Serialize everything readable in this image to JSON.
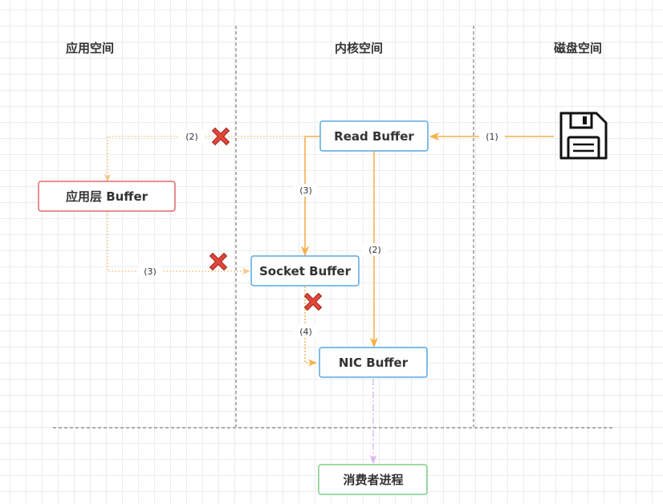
{
  "regions": {
    "app": "应用空间",
    "kernel": "内核空间",
    "disk": "磁盘空间"
  },
  "boxes": {
    "read_buffer": "Read Buffer",
    "app_buffer": "应用层 Buffer",
    "socket_buffer": "Socket Buffer",
    "nic_buffer": "NIC Buffer",
    "consumer": "消费者进程"
  },
  "steps": {
    "disk_to_read": "(1)",
    "read_to_app": "(2)",
    "read_to_socket": "(3)",
    "read_to_nic": "(2)",
    "app_to_socket": "(3)",
    "socket_to_nic": "(4)"
  },
  "icons": {
    "disk": "floppy-disk-icon",
    "blocked": "red-cross-icon"
  },
  "colors": {
    "arrow_solid": "#f5b04a",
    "arrow_dotted": "#f8c887",
    "blue_border": "#5aa9e6",
    "red_border": "#e06c6c",
    "green_border": "#7dce87",
    "cross": "#e5453a",
    "consumer_arrow": "#d9b8ef"
  }
}
